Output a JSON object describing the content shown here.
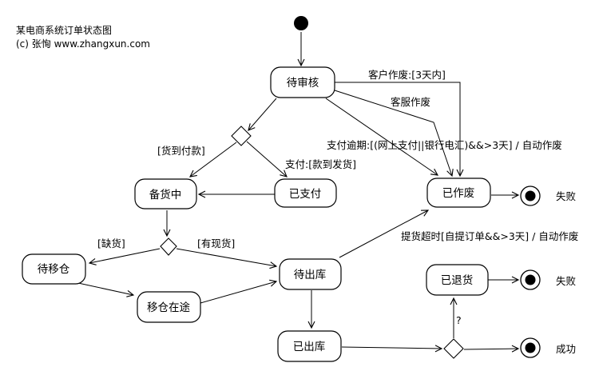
{
  "title": {
    "line1": "某电商系统订单状态图",
    "line2": "(c) 张恂 www.zhangxun.com"
  },
  "states": {
    "pending_review": "待审核",
    "preparing": "备货中",
    "paid": "已支付",
    "cancelled": "已作废",
    "await_relocation": "待移仓",
    "relocation_in_transit": "移仓在途",
    "await_outbound": "待出库",
    "outbound_done": "已出库",
    "returned": "已退货"
  },
  "transitions": {
    "customer_cancel": "客户作废:[3天内]",
    "service_cancel": "客服作废",
    "payment_overdue": "支付逾期:[(网上支付||银行电汇)&&>3天] / 自动作废",
    "pay": "支付:[款到发货]",
    "cash_on_delivery": "[货到付款]",
    "out_of_stock": "[缺货]",
    "in_stock": "[有现货]",
    "pickup_timeout": "提货超时[自提订单&&>3天] / 自动作废",
    "unknown_condition": "?"
  },
  "terminals": {
    "fail_top": "失败",
    "fail_middle": "失败",
    "success": "成功"
  },
  "colors": {
    "stroke": "#000000",
    "background": "#ffffff",
    "state_fill": "#ffffff"
  }
}
